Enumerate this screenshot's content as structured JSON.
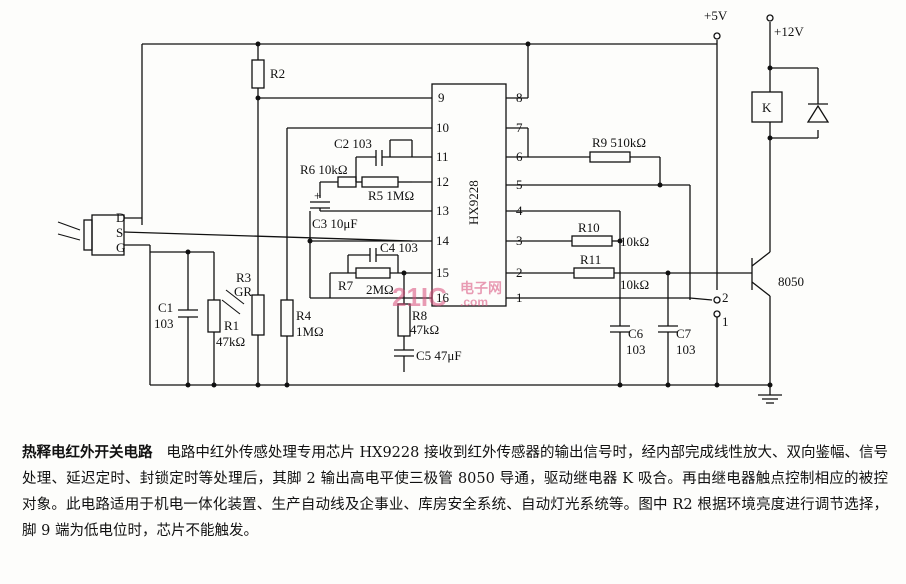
{
  "supply": {
    "vcc5": "+5V",
    "vcc12": "+12V"
  },
  "chip": {
    "name": "HX9228",
    "pins": [
      "1",
      "2",
      "3",
      "4",
      "5",
      "6",
      "7",
      "8",
      "9",
      "10",
      "11",
      "12",
      "13",
      "14",
      "15",
      "16"
    ]
  },
  "sensor": {
    "pins": [
      "D",
      "S",
      "G"
    ]
  },
  "parts": {
    "r1": "R1",
    "r1v": "47kΩ",
    "r2": "R2",
    "r3": "R3",
    "r3b": "GR",
    "r4": "R4",
    "r4v": "1MΩ",
    "r5": "R5 1MΩ",
    "r6": "R6 10kΩ",
    "r7": "R7",
    "r7v": "2MΩ",
    "r8": "R8",
    "r8v": "47kΩ",
    "r9": "R9  510kΩ",
    "r10": "R10",
    "r10v": "10kΩ",
    "r11": "R11",
    "r11v": "10kΩ",
    "c1": "C1",
    "c1v": "103",
    "c2": "C2 103",
    "c3": "C3  10μF",
    "c4": "C4 103",
    "c5": "C5  47μF",
    "c6": "C6",
    "c6v": "103",
    "c7": "C7",
    "c7v": "103",
    "relay": "K",
    "transistor": "8050",
    "sw1": "1",
    "sw2": "2",
    "plus": "+"
  },
  "watermark": {
    "logo": "21IC",
    "site": "电子网",
    "url": ".com"
  },
  "caption": {
    "title": "热释电红外开关电路",
    "body": "电路中红外传感处理专用芯片 HX9228 接收到红外传感器的输出信号时，经内部完成线性放大、双向鉴幅、信号处理、延迟定时、封锁定时等处理后，其脚 2 输出高电平使三极管 8050 导通，驱动继电器 K 吸合。再由继电器触点控制相应的被控对象。此电路适用于机电一体化装置、生产自动线及企事业、库房安全系统、自动灯光系统等。图中 R2 根据环境亮度进行调节选择，脚 9 端为低电位时，芯片不能触发。"
  }
}
